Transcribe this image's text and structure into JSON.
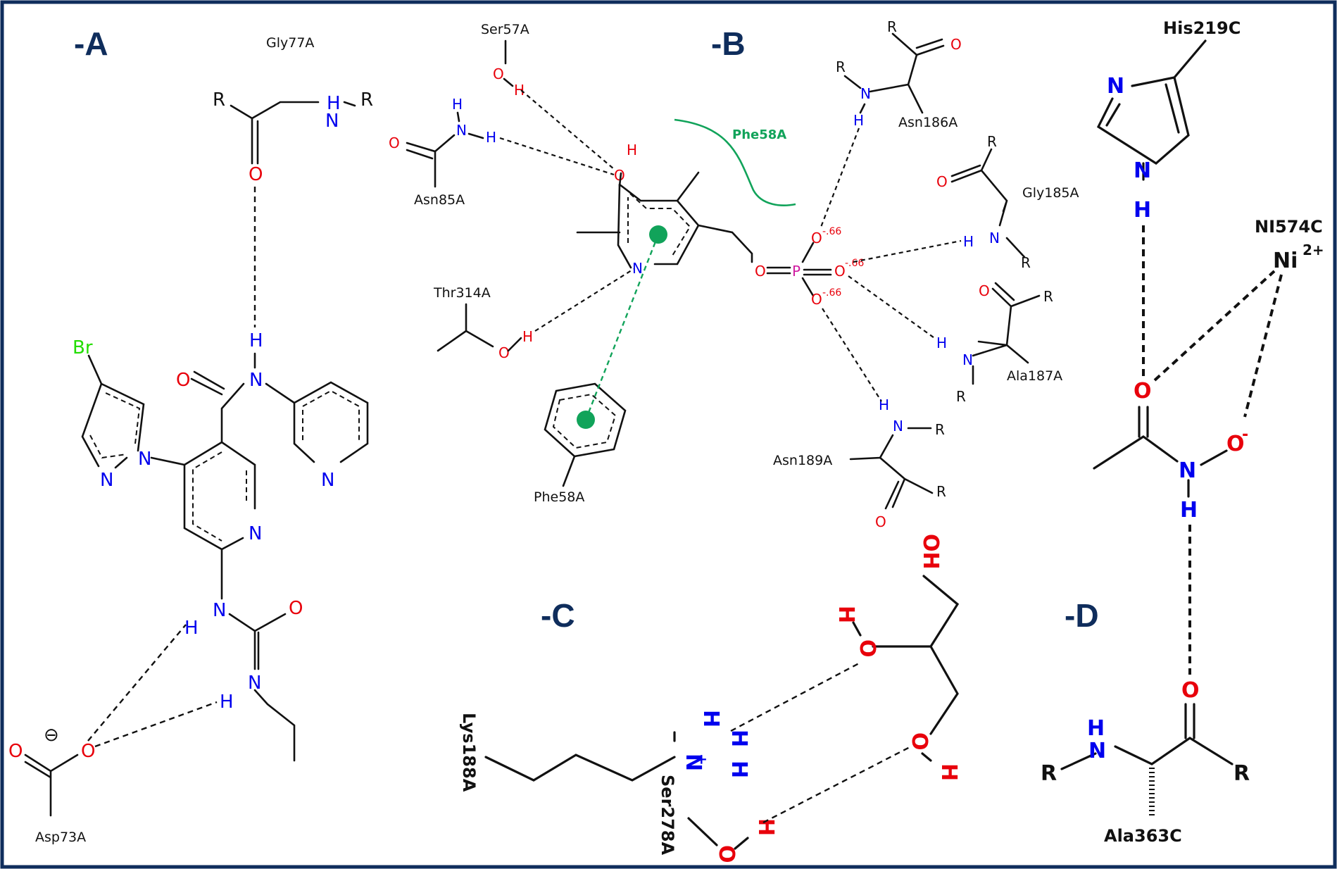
{
  "colors": {
    "frame": "#0f2d5c",
    "oxygen": "#e8000b",
    "nitrogen": "#0000ee",
    "bromine": "#22dd00",
    "phosphorus": "#d01aa0",
    "hydrophobic": "#11a35a"
  },
  "panels": {
    "A": {
      "label": "-A",
      "residues": {
        "gly77": "Gly77A",
        "asp73": "Asp73A"
      },
      "atoms": {
        "r": "R",
        "o": "O",
        "n": "N",
        "h": "H",
        "br": "Br",
        "minus": "⊖"
      }
    },
    "B": {
      "label": "-B",
      "residues": {
        "ser57": "Ser57A",
        "asn85": "Asn85A",
        "phe58_hydrophobic": "Phe58A",
        "phe58_ring": "Phe58A",
        "thr314": "Thr314A",
        "asn186": "Asn186A",
        "gly185": "Gly185A",
        "ala187": "Ala187A",
        "asn189": "Asn189A"
      },
      "atoms": {
        "r": "R",
        "o": "O",
        "n": "N",
        "h": "H",
        "p": "P",
        "charge": "-.66"
      }
    },
    "C": {
      "label": "-C",
      "residues": {
        "lys188": "Lys188A",
        "ser278": "Ser278A"
      },
      "atoms": {
        "o": "O",
        "h": "H",
        "n": "N",
        "plus": "+",
        "oh": "OH"
      }
    },
    "D": {
      "label": "-D",
      "residues": {
        "his219": "His219C",
        "ni574": "NI574C",
        "ala363": "Ala363C"
      },
      "atoms": {
        "ni": "Ni",
        "ni_charge": "2+",
        "o": "O",
        "o_minus": "-",
        "n": "N",
        "h": "H",
        "r": "R"
      }
    }
  }
}
